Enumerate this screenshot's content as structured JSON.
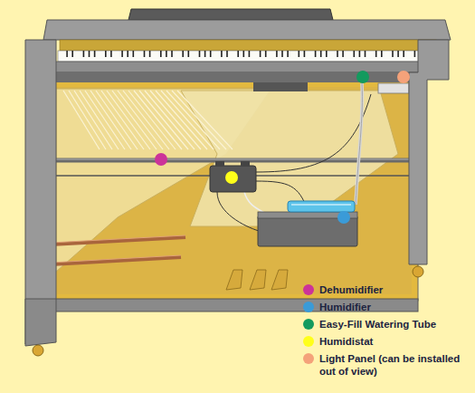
{
  "diagram": {
    "legend": [
      {
        "text": "Dehumidifier",
        "color": "#cc3399"
      },
      {
        "text": "Humidifier",
        "color": "#3a9bd8"
      },
      {
        "text": "Easy-Fill Watering Tube",
        "color": "#139a5e"
      },
      {
        "text": "Humidistat",
        "color": "#ffff1a"
      },
      {
        "text": "Light Panel (can be installed out of view)",
        "color": "#f4a27a"
      }
    ]
  }
}
